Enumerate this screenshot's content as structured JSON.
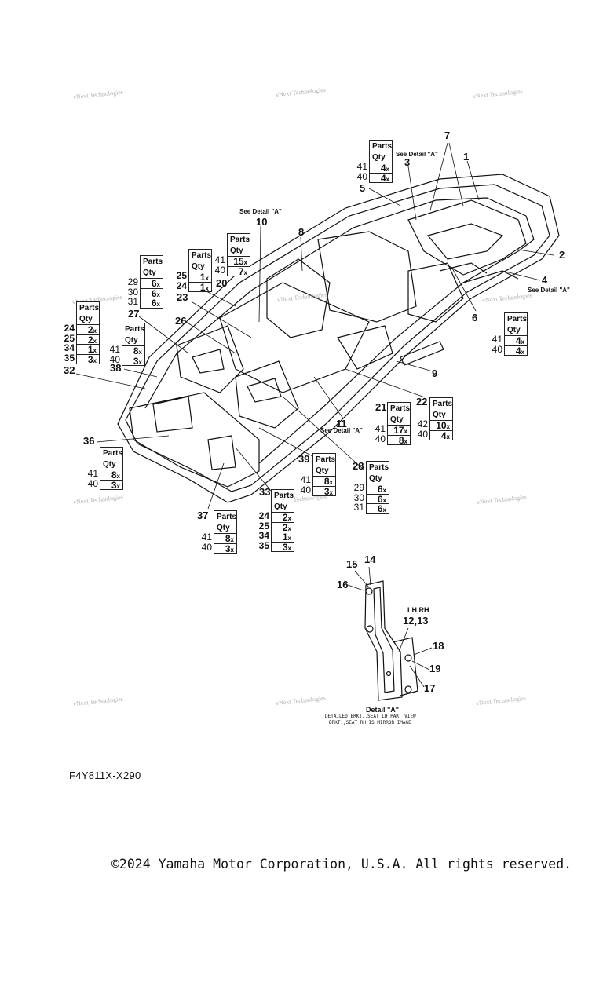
{
  "watermark_text": "vNext Technologies",
  "diagram_code": "F4Y811X-X290",
  "copyright": "©2024 Yamaha Motor Corporation, U.S.A. All rights reserved.",
  "qty_header": {
    "parts": "Parts",
    "qty": "Qty"
  },
  "notes": {
    "see_detail": "See Detail \"A\"",
    "detail_title": "Detail \"A\"",
    "detail_line1": "DETAILED BRKT.,SEAT LH PART VIEW",
    "detail_line2": "BRKT.,SEAT RH IS MIRROR IMAGE",
    "lh_rh": "LH,RH"
  },
  "callouts": {
    "c1": "1",
    "c2": "2",
    "c3": "3",
    "c4": "4",
    "c5": "5",
    "c6": "6",
    "c7": "7",
    "c8": "8",
    "c9": "9",
    "c10": "10",
    "c11": "11",
    "c12_13": "12,13",
    "c14": "14",
    "c15": "15",
    "c16": "16",
    "c17": "17",
    "c18": "18",
    "c19": "19",
    "c20": "20",
    "c21": "21",
    "c22": "22",
    "c23": "23",
    "c24": "24",
    "c25": "25",
    "c26": "26",
    "c27": "27",
    "c28": "28",
    "c32": "32",
    "c33": "33",
    "c36": "36",
    "c37": "37",
    "c38": "38",
    "c39": "39"
  },
  "qty_tables": [
    {
      "id": "t3",
      "rows": [
        {
          "part": "41",
          "qty": "4"
        },
        {
          "part": "40",
          "qty": "4"
        }
      ]
    },
    {
      "id": "t10",
      "rows": [
        {
          "part": "41",
          "qty": "15"
        },
        {
          "part": "40",
          "qty": "7"
        }
      ]
    },
    {
      "id": "t25",
      "rows": [
        {
          "part": "25",
          "qty": "1"
        },
        {
          "part": "24",
          "qty": "1"
        }
      ]
    },
    {
      "id": "t29a",
      "rows": [
        {
          "part": "29",
          "qty": "6"
        },
        {
          "part": "30",
          "qty": "6"
        },
        {
          "part": "31",
          "qty": "6"
        }
      ]
    },
    {
      "id": "tL",
      "rows": [
        {
          "part": "24",
          "qty": "2"
        },
        {
          "part": "25",
          "qty": "2"
        },
        {
          "part": "34",
          "qty": "1"
        },
        {
          "part": "35",
          "qty": "3"
        }
      ]
    },
    {
      "id": "t41a",
      "rows": [
        {
          "part": "41",
          "qty": "8"
        },
        {
          "part": "40",
          "qty": "3"
        }
      ]
    },
    {
      "id": "t6",
      "rows": [
        {
          "part": "41",
          "qty": "4"
        },
        {
          "part": "40",
          "qty": "4"
        }
      ]
    },
    {
      "id": "t21",
      "rows": [
        {
          "part": "41",
          "qty": "17"
        },
        {
          "part": "40",
          "qty": "8"
        }
      ]
    },
    {
      "id": "t22",
      "rows": [
        {
          "part": "42",
          "qty": "10"
        },
        {
          "part": "40",
          "qty": "4"
        }
      ]
    },
    {
      "id": "t36",
      "rows": [
        {
          "part": "41",
          "qty": "8"
        },
        {
          "part": "40",
          "qty": "3"
        }
      ]
    },
    {
      "id": "t39",
      "rows": [
        {
          "part": "41",
          "qty": "8"
        },
        {
          "part": "40",
          "qty": "3"
        }
      ]
    },
    {
      "id": "t28",
      "rows": [
        {
          "part": "29",
          "qty": "6"
        },
        {
          "part": "30",
          "qty": "6"
        },
        {
          "part": "31",
          "qty": "6"
        }
      ]
    },
    {
      "id": "t37",
      "rows": [
        {
          "part": "41",
          "qty": "8"
        },
        {
          "part": "40",
          "qty": "3"
        }
      ]
    },
    {
      "id": "t33",
      "rows": [
        {
          "part": "24",
          "qty": "2"
        },
        {
          "part": "25",
          "qty": "2"
        },
        {
          "part": "34",
          "qty": "1"
        },
        {
          "part": "35",
          "qty": "3"
        }
      ]
    }
  ]
}
